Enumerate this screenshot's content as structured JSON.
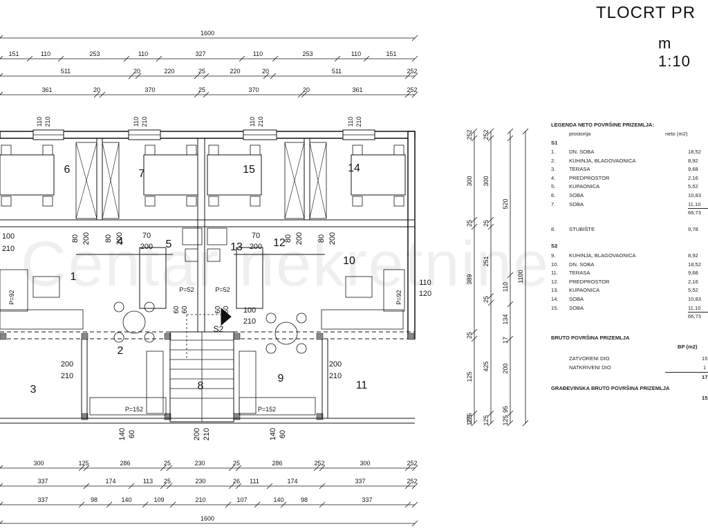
{
  "title": "TLOCRT PR",
  "scale": "m 1:10",
  "watermark": "Centar nekretnine",
  "legend": {
    "heading": "LEGENDA NETO POVRŠINE PRIZEMLJA:",
    "col_room": "prostorija",
    "col_net": "neto (m2)",
    "s1_label": "S1",
    "s1": [
      {
        "n": "1.",
        "name": "DN. SOBA",
        "v": "18,52"
      },
      {
        "n": "2.",
        "name": "KUHINJA, BLAGOVAONICA",
        "v": "8,92"
      },
      {
        "n": "3.",
        "name": "TERASA",
        "v": "9,68"
      },
      {
        "n": "4.",
        "name": "PREDPROSTOR",
        "v": "2,16"
      },
      {
        "n": "5.",
        "name": "KUPAONICA",
        "v": "5,52"
      },
      {
        "n": "6.",
        "name": "SOBA",
        "v": "10,83"
      },
      {
        "n": "7.",
        "name": "SOBA",
        "v": "11,10"
      }
    ],
    "s1_total": "66,73",
    "stair": {
      "n": "8.",
      "name": "STUBIŠTE",
      "v": "9,78"
    },
    "s2_label": "S2",
    "s2": [
      {
        "n": "9.",
        "name": "KUHINJA, BLAGOVAONICA",
        "v": "8,92"
      },
      {
        "n": "10.",
        "name": "DN. SOBA",
        "v": "18,52"
      },
      {
        "n": "11.",
        "name": "TERASA",
        "v": "9,68"
      },
      {
        "n": "12.",
        "name": "PREDPROSTOR",
        "v": "2,16"
      },
      {
        "n": "13.",
        "name": "KUPAONICA",
        "v": "5,52"
      },
      {
        "n": "14.",
        "name": "SOBA",
        "v": "10,83"
      },
      {
        "n": "15.",
        "name": "SOBA",
        "v": "11,10"
      }
    ],
    "s2_total": "66,73",
    "bruto_heading": "BRUTO POVRŠINA PRIZEMLJA",
    "bp_header": "BP (m2)",
    "zatvoreni": "ZATVORENI DIO",
    "zatvoreni_val": "15",
    "natkriveni": "NATKRIVENI DIO",
    "natkriveni_val": "1",
    "bruto_total": "17",
    "gradj": "GRAĐEVINSKA BRUTO POVRŠINA PRIZEMLJA",
    "gradj_val": "15"
  },
  "dims": {
    "top_total": "1600",
    "top_row1": [
      "151",
      "110",
      "253",
      "110",
      "327",
      "110",
      "253",
      "110",
      "151"
    ],
    "top_row2": [
      "511",
      "20",
      "220",
      "25",
      "220",
      "20",
      "511",
      "252"
    ],
    "top_row3": [
      "361",
      "20",
      "370",
      "25",
      "370",
      "20",
      "361",
      "252"
    ],
    "win_top": [
      "110",
      "210"
    ],
    "bottom_row1": [
      "300",
      "125",
      "286",
      "25",
      "230",
      "25",
      "286",
      "252",
      "300",
      "252"
    ],
    "bottom_row2": [
      "337",
      "174",
      "113",
      "25",
      "230",
      "26",
      "111",
      "174",
      "337",
      "252"
    ],
    "bottom_row3": [
      "337",
      "98",
      "140",
      "109",
      "210",
      "107",
      "140",
      "98",
      "337"
    ],
    "bottom_total": "1600",
    "right_a": [
      "252",
      "300",
      "25",
      "389",
      "25",
      "125",
      "275",
      "125"
    ],
    "right_b": [
      "252",
      "300",
      "25",
      "251",
      "25",
      "425",
      "125"
    ],
    "right_c": [
      "520",
      "110",
      "134",
      "17",
      "200",
      "95",
      "125"
    ],
    "right_total": "1100"
  },
  "rooms": [
    "1",
    "2",
    "3",
    "4",
    "5",
    "6",
    "7",
    "8",
    "9",
    "10",
    "11",
    "12",
    "13",
    "14",
    "15"
  ],
  "door_labels": {
    "d1": [
      "100",
      "210"
    ],
    "d2": [
      "70",
      "200"
    ],
    "d3": [
      "70",
      "200"
    ],
    "d4": [
      "110",
      "120"
    ],
    "d5": [
      "100",
      "210"
    ],
    "d6": [
      "200",
      "210"
    ],
    "d7": [
      "200",
      "210"
    ],
    "d8": [
      "140",
      "60"
    ],
    "d9": [
      "200",
      "210"
    ],
    "d10": [
      "140",
      "60"
    ],
    "win_int": [
      "80",
      "200",
      "80",
      "200",
      "80",
      "200",
      "80",
      "200"
    ],
    "small": [
      "60",
      "60",
      "60",
      "60"
    ]
  },
  "misc": {
    "p152": "P=152",
    "p52": "P=52",
    "p92": "P=92",
    "s2": "S2"
  }
}
